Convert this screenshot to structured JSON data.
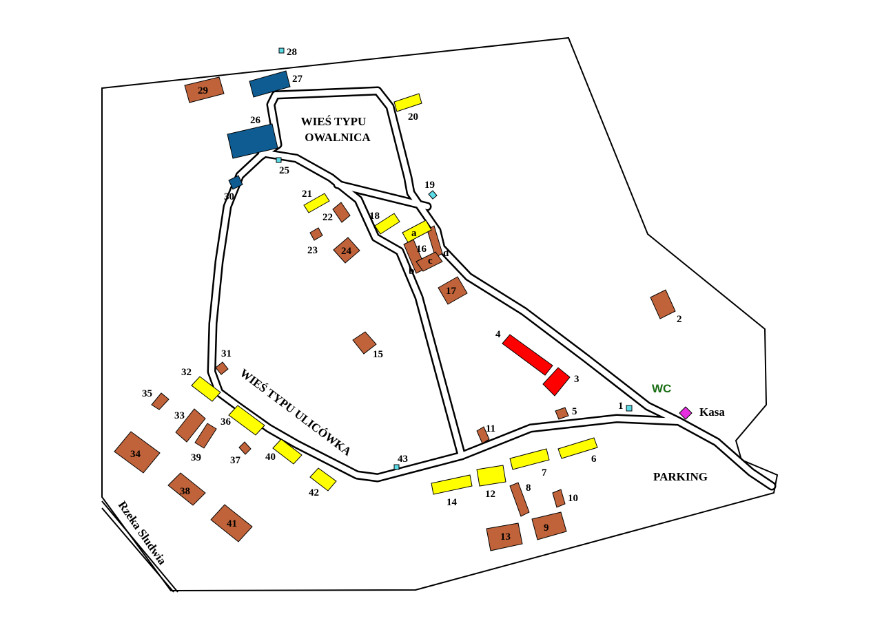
{
  "colors": {
    "yellow_building": "#ffff00",
    "brown_building": "#c0633a",
    "blue_building": "#0e5c92",
    "red_building": "#ff0000",
    "cyan_marker": "#5cdbe6",
    "magenta_marker": "#e72ee0",
    "wc_text": "#1a6e14"
  },
  "regions": {
    "owalnica_line1": "WIEŚ TYPU",
    "owalnica_line2": "OWALNICA",
    "ulicowka": "WIEŚ TYPU ULICÓWKA",
    "parking": "PARKING",
    "river": "Rzeka Sludwia"
  },
  "facilities": {
    "wc": "WC",
    "kasa": "Kasa"
  },
  "numbers": {
    "n1": "1",
    "n2": "2",
    "n3": "3",
    "n4": "4",
    "n5": "5",
    "n6": "6",
    "n7": "7",
    "n8": "8",
    "n9": "9",
    "n10": "10",
    "n11": "11",
    "n12": "12",
    "n13": "13",
    "n14": "14",
    "n15": "15",
    "n16": "16",
    "n17": "17",
    "n18": "18",
    "n19": "19",
    "n20": "20",
    "n21": "21",
    "n22": "22",
    "n23": "23",
    "n24": "24",
    "n25": "25",
    "n26": "26",
    "n27": "27",
    "n28": "28",
    "n29": "29",
    "n30": "30",
    "n31": "31",
    "n32": "32",
    "n33": "33",
    "n34": "34",
    "n35": "35",
    "n36": "36",
    "n37": "37",
    "n38": "38",
    "n39": "39",
    "n40": "40",
    "n41": "41",
    "n42": "42",
    "n43": "43"
  },
  "sub_letters": {
    "a": "a",
    "b": "b",
    "c": "c",
    "d": "d"
  }
}
